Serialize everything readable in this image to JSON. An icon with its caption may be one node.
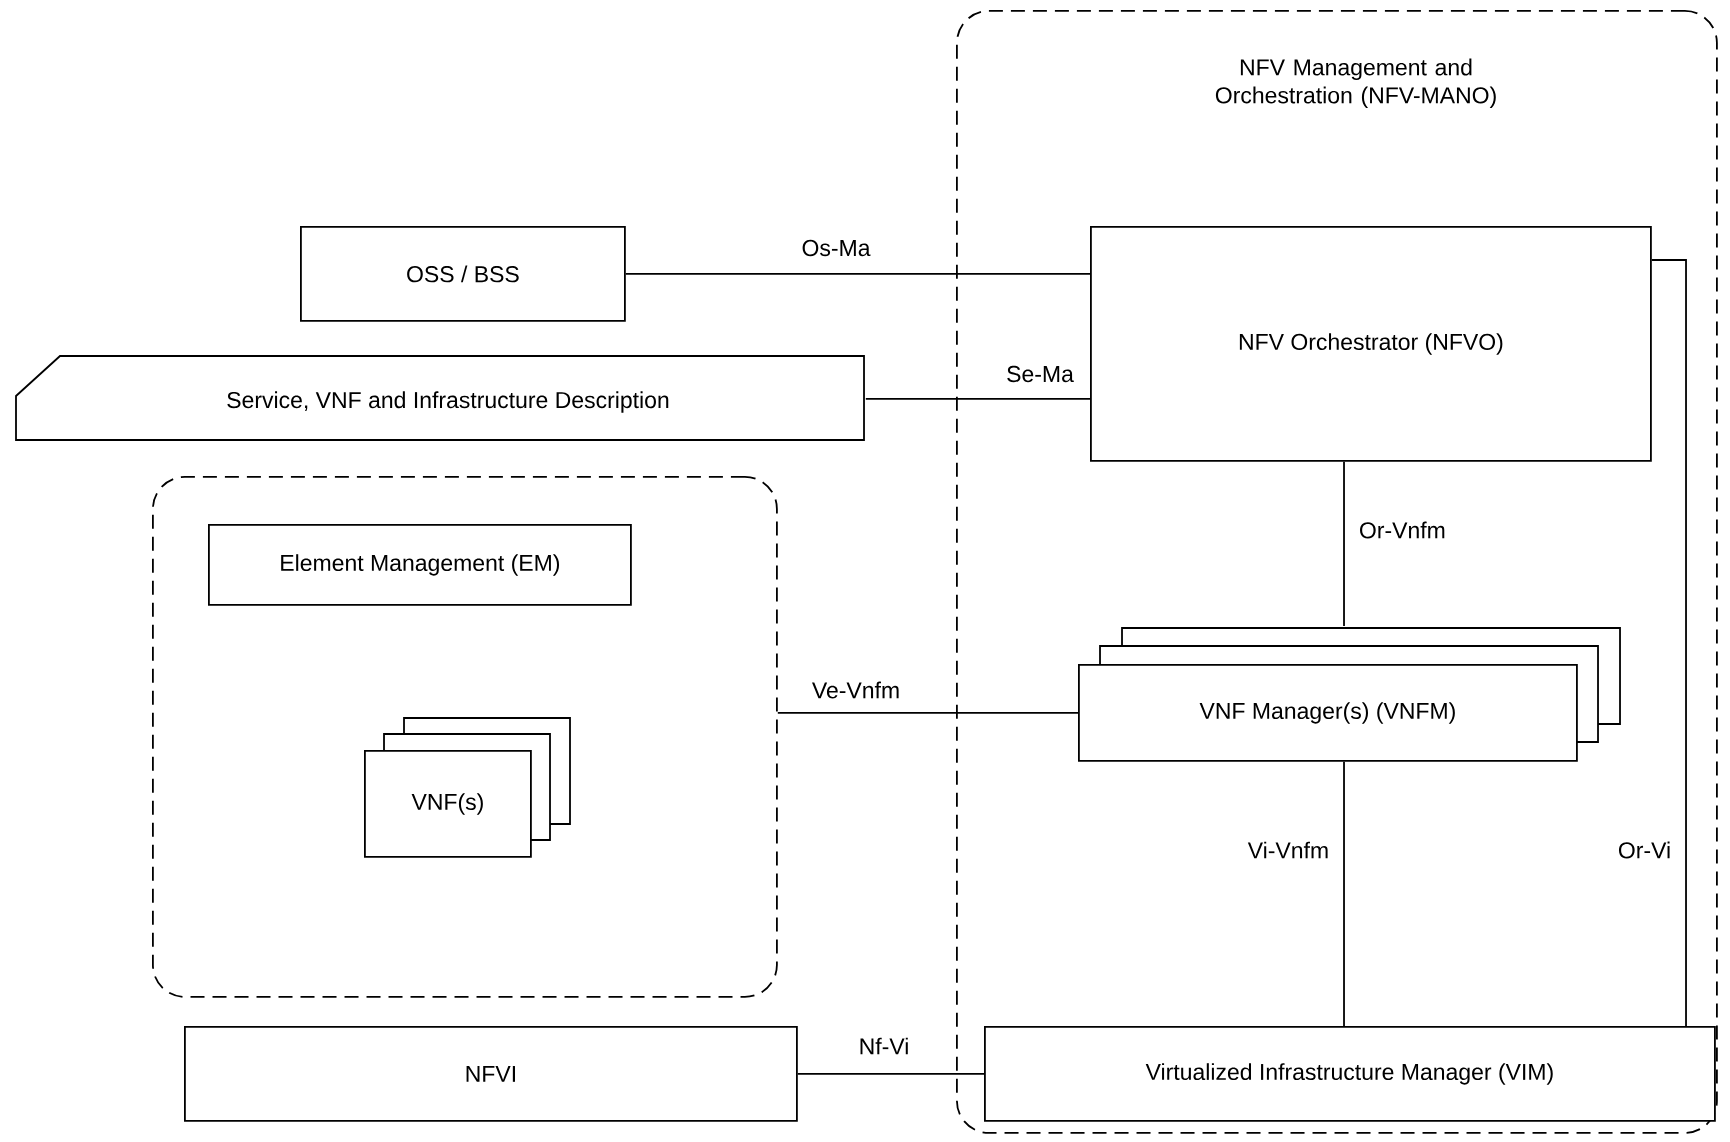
{
  "diagram": {
    "nodes": [
      {
        "text": [
          "NFV Management and Orchestration (NFV-MANO)"
        ]
      },
      {
        "text": [
          "OSS / BSS"
        ]
      },
      {
        "text": [
          "Service, VNF and Infrastructure Description"
        ]
      },
      {
        "text": [
          "NFV Orchestrator (NFVO)"
        ],
        "in": 0
      },
      {
        "text": [],
        "shape": "box"
      },
      {
        "text": [
          "Element Management (EM)"
        ],
        "in": 4
      },
      {
        "text": [
          "VNF(s)"
        ],
        "in": 4
      },
      {
        "text": [
          "VNF Manager(s) (VNFM)"
        ],
        "in": 0
      },
      {
        "text": [
          "NFVI"
        ]
      },
      {
        "text": [
          "Virtualized Infrastructure Manager (VIM)"
        ],
        "in": 0
      }
    ],
    "edges": [
      {
        "from": 1,
        "to": 3,
        "arrow": "none",
        "label": "Os-Ma"
      },
      {
        "from": 2,
        "to": 3,
        "arrow": "none",
        "label": "Se-Ma"
      },
      {
        "from": 3,
        "to": 7,
        "arrow": "none",
        "label": "Or-Vnfm"
      },
      {
        "from": 7,
        "to": 4,
        "arrow": "none",
        "label": "Ve-Vnfm"
      },
      {
        "from": 7,
        "to": 9,
        "arrow": "none",
        "label": "Vi-Vnfm"
      },
      {
        "from": 3,
        "to": 9,
        "arrow": "none",
        "label": "Or-Vi"
      },
      {
        "from": 8,
        "to": 9,
        "arrow": "none",
        "label": "Nf-Vi"
      }
    ]
  }
}
